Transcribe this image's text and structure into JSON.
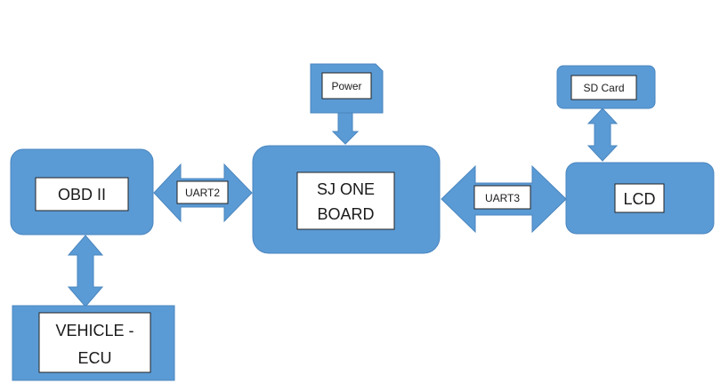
{
  "diagram": {
    "colors": {
      "block_fill": "#5b9bd5",
      "block_stroke": "#4a86bf",
      "label_fill": "#ffffff",
      "label_stroke": "#222222",
      "text": "#1a1a1a"
    },
    "blocks": {
      "obd": {
        "label": "OBD II"
      },
      "vehicle": {
        "label_line1": "VEHICLE -",
        "label_line2": "ECU"
      },
      "board": {
        "label_line1": "SJ ONE",
        "label_line2": "BOARD"
      },
      "power": {
        "label": "Power"
      },
      "lcd": {
        "label": "LCD"
      },
      "sdcard": {
        "label": "SD Card"
      }
    },
    "connections": {
      "uart2": {
        "label": "UART2",
        "direction": "bidirectional"
      },
      "uart3": {
        "label": "UART3",
        "direction": "bidirectional"
      },
      "obd_vehicle": {
        "direction": "bidirectional"
      },
      "sd_lcd": {
        "direction": "bidirectional"
      },
      "power_board": {
        "direction": "down"
      }
    }
  }
}
